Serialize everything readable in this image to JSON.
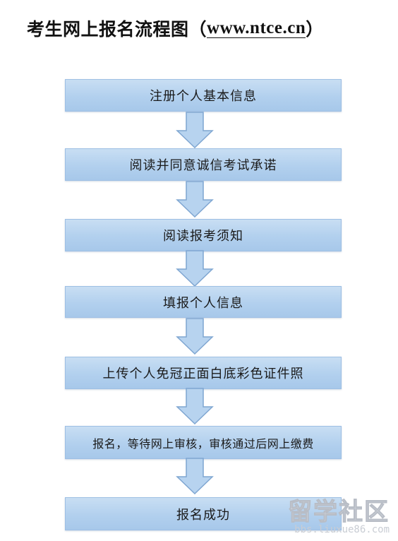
{
  "title": {
    "text": "考生网上报名流程图（",
    "url": "www.ntce.cn",
    "close": "）"
  },
  "steps": [
    {
      "label": "注册个人基本信息"
    },
    {
      "label": "阅读并同意诚信考试承诺"
    },
    {
      "label": "阅读报考须知"
    },
    {
      "label": "填报个人信息"
    },
    {
      "label": "上传个人免冠正面白底彩色证件照"
    },
    {
      "label": "报名，等待网上审核，审核通过后网上缴费"
    },
    {
      "label": "报名成功"
    }
  ],
  "colors": {
    "box_fill": "#b2d0ee",
    "box_border": "#9ebfe4",
    "arrow_fill": "#b7d3ef",
    "arrow_stroke": "#7fa6d1"
  },
  "watermark": {
    "logo": "留学社区",
    "url": "bbs.liuxue86.com"
  }
}
